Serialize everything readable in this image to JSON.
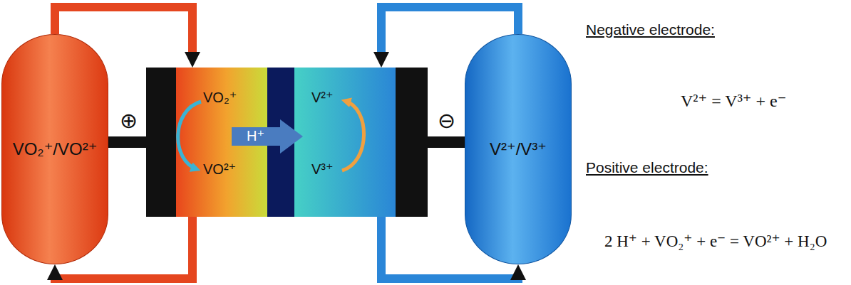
{
  "diagram": {
    "nodes": [
      {
        "text": [
          "VO₂⁺/VO²⁺"
        ]
      },
      {
        "text": [
          "VO₂⁺",
          "VO²⁺",
          "H⁺",
          "V²⁺",
          "V³⁺"
        ]
      },
      {
        "text": [
          "V²⁺/V³⁺"
        ]
      }
    ],
    "edges": [
      {
        "from": 0,
        "to": 1,
        "arrow": "to"
      },
      {
        "from": 1,
        "to": 0,
        "arrow": "to"
      },
      {
        "from": 2,
        "to": 1,
        "arrow": "to"
      },
      {
        "from": 1,
        "to": 2,
        "arrow": "to"
      }
    ],
    "labels": [
      "⊕",
      "⊖",
      "Negative electrode:",
      "V²⁺ = V³⁺ + e⁻",
      "Positive electrode:",
      "2 H⁺ + VO₂⁺ + e⁻ = VO²⁺ + H₂O"
    ]
  }
}
